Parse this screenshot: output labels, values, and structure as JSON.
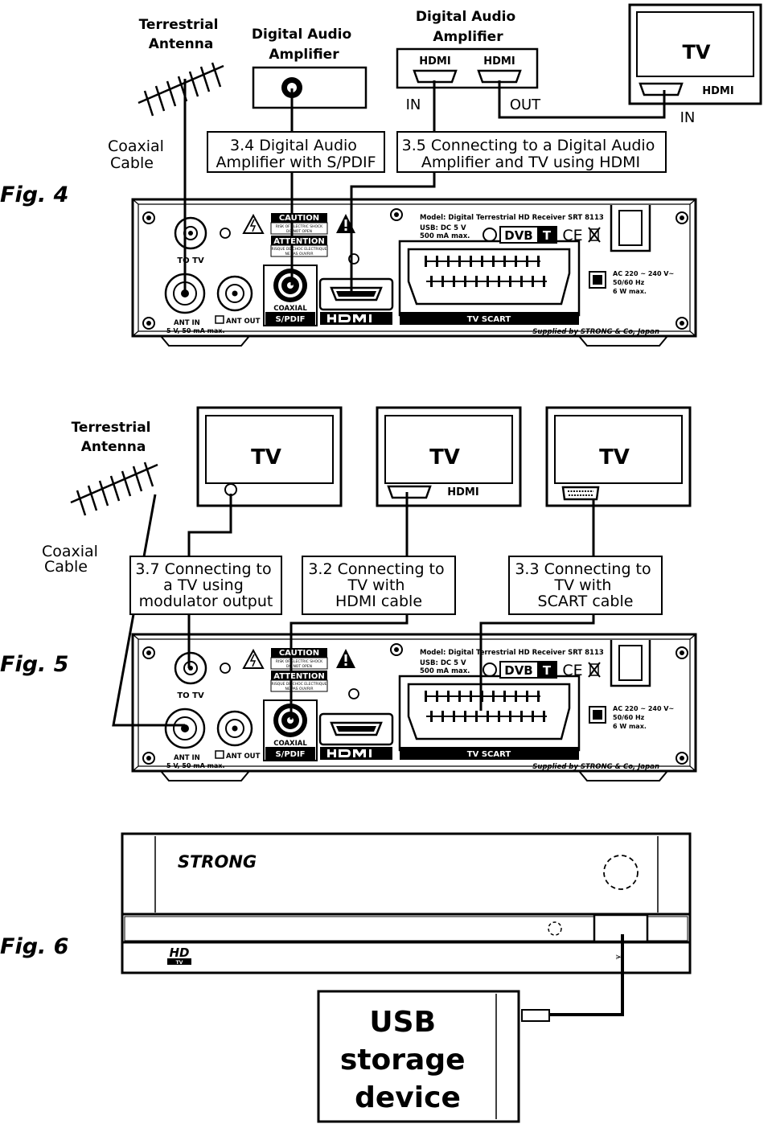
{
  "fig4": {
    "label": "Fig. 4",
    "antenna": [
      "Terrestrial",
      "Antenna"
    ],
    "coax": [
      "Coaxial",
      "Cable"
    ],
    "amp1": [
      "Digital Audio",
      "Amplifier"
    ],
    "amp2": [
      "Digital Audio",
      "Amplifier"
    ],
    "hdmi_logo": "HDMI",
    "amp_in": "IN",
    "amp_out": "OUT",
    "tv": "TV",
    "tv_in": "IN",
    "box_spdif": [
      "3.4 Digital Audio",
      "Amplifier with S/PDIF"
    ],
    "box_hdmi": [
      "3.5 Connecting to a Digital Audio",
      "Amplifier and TV using HDMI"
    ]
  },
  "fig5": {
    "label": "Fig. 5",
    "antenna": [
      "Terrestrial",
      "Antenna"
    ],
    "coax": [
      "Coaxial",
      "Cable"
    ],
    "tv": "TV",
    "hdmi_logo": "HDMI",
    "box_mod": [
      "3.7 Connecting to",
      "a TV using",
      "modulator output"
    ],
    "box_hdmi": [
      "3.2 Connecting to",
      "TV with",
      "HDMI cable"
    ],
    "box_scart": [
      "3.3 Connecting to",
      "TV with",
      "SCART cable"
    ]
  },
  "fig6": {
    "label": "Fig. 6",
    "brand": "STRONG",
    "hd": "HD",
    "hd_sub": "TV",
    "usb_device": [
      "USB",
      "storage",
      "device"
    ]
  },
  "receiver": {
    "caution": "CAUTION",
    "caution_sub": [
      "RISK OF ELECTRIC SHOCK",
      "DO NOT OPEN"
    ],
    "attention": "ATTENTION",
    "attention_sub": [
      "RISQUE DE CHOC ELECTRIQUE",
      "NE PAS OUVRIR"
    ],
    "model": "Model: Digital Terrestrial HD Receiver SRT 8113",
    "usb": [
      "USB: DC 5 V",
      "500 mA max."
    ],
    "dvb": "DVB",
    "dvb_t": "T",
    "ce": "CE",
    "to_tv": "TO TV",
    "ant_in": "ANT IN",
    "ant_in_sub": "5 V, 50 mA max.",
    "ant_out": "ANT OUT",
    "coaxial": "COAXIAL",
    "spdif": "S/PDIF",
    "hdmi": "HDMI",
    "tv_scart": "TV SCART",
    "ac": [
      "AC 220 ~ 240 V~",
      "50/60 Hz",
      "6 W max."
    ],
    "supplied": "Supplied by STRONG & Co, Japan"
  }
}
